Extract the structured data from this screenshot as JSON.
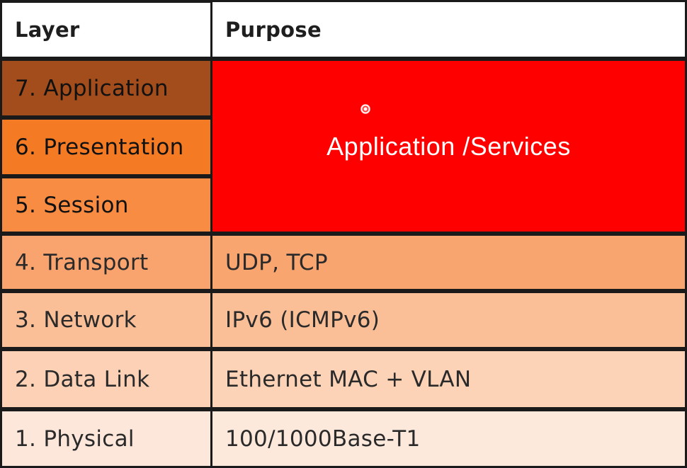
{
  "header": {
    "layer": "Layer",
    "purpose": "Purpose"
  },
  "layers": [
    {
      "label": "7. Application",
      "color": "#a34c1c"
    },
    {
      "label": "6. Presentation",
      "color": "#f47a23"
    },
    {
      "label": "5. Session",
      "color": "#f78c42"
    },
    {
      "label": "4. Transport",
      "color": "#f9a36f"
    },
    {
      "label": "3. Network",
      "color": "#fbbf98"
    },
    {
      "label": "2. Data Link",
      "color": "#fcd1b5"
    },
    {
      "label": "1. Physical",
      "color": "#fde7da"
    }
  ],
  "purposes": {
    "upper": {
      "label": "Application /Services",
      "color": "#fe0000"
    },
    "transport": "UDP, TCP",
    "network": "IPv6 (ICMPv6)",
    "data_link": "Ethernet MAC + VLAN",
    "physical": "100/1000Base-T1"
  }
}
